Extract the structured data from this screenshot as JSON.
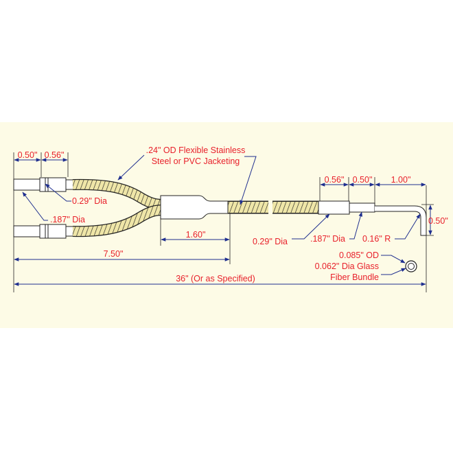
{
  "colors": {
    "background": "#ffffff",
    "band": "#fdfbe6",
    "text": "#e8202a",
    "dimension": "#1f2f8f",
    "outline": "#222222",
    "jacket": "#efe6a8"
  },
  "labels": {
    "dim_050_left": "0.50\"",
    "dim_056_left": "0.56\"",
    "jacket_line1": ".24\" OD Flexible Stainless",
    "jacket_line2": "Steel or PVC Jacketing",
    "dia_029_left": "0.29\" Dia",
    "dia_0187_left": ".187\" Dia",
    "dim_160": "1.60\"",
    "dim_750": "7.50\"",
    "dim_36": "36\" (Or as Specified)",
    "dim_056_right": "0.56\"",
    "dim_050_right": "0.50\"",
    "dim_100_right": "1.00\"",
    "dim_050_vertical": "0.50\"",
    "dia_029_right": "0.29\" Dia",
    "dia_0187_right": ".187\" Dia",
    "radius_016": "0.16\" R",
    "od_0085": "0.085\" OD",
    "bundle_line1": "0.062\" Dia Glass",
    "bundle_line2": "Fiber Bundle"
  }
}
